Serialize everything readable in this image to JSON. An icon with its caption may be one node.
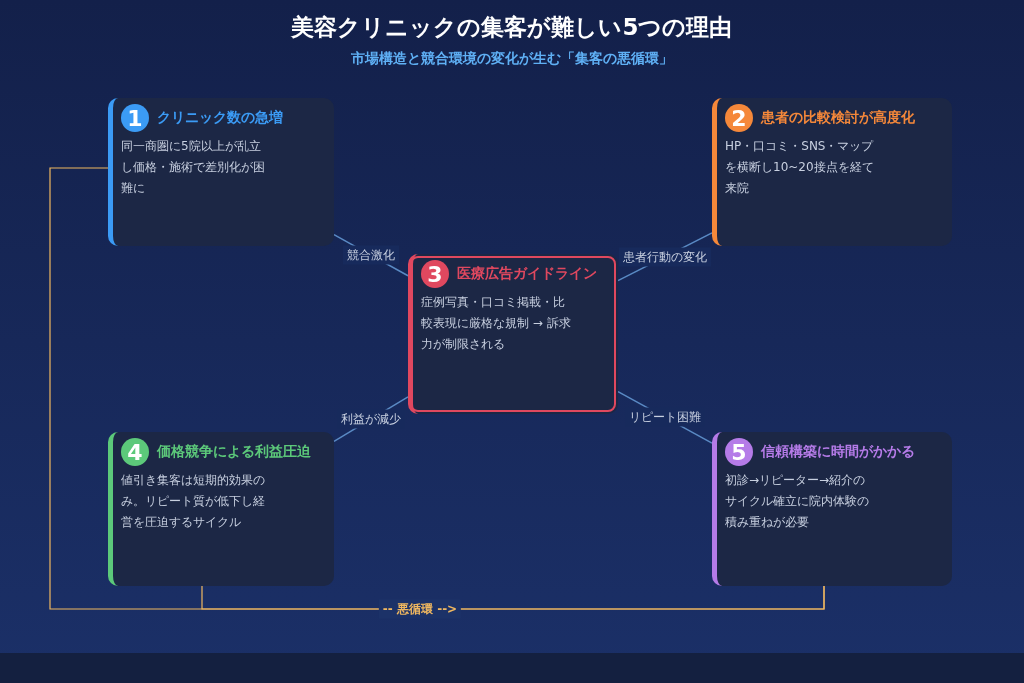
{
  "diagram": {
    "title": "美容クリニックの集客が難しい5つの理由",
    "caption": "市場構造と競合環境の変化が生む「集客の悪循環」",
    "nodes": [
      {
        "text": [
          "1",
          "クリニック数の急増",
          "同一商圏に5院以上が乱立し価格・施術で差別化が困難に"
        ]
      },
      {
        "text": [
          "2",
          "患者の比較検討が高度化",
          "HP・口コミ・SNS・マップを横断し10~20接点を経て来院"
        ]
      },
      {
        "text": [
          "3",
          "医療広告ガイドライン",
          "症例写真・口コミ掲載・比較表現に厳格な規制 → 訴求力が制限される"
        ]
      },
      {
        "text": [
          "4",
          "価格競争による利益圧迫",
          "値引き集客は短期的効果のみ。リピート質が低下し経営を圧迫するサイクル"
        ]
      },
      {
        "text": [
          "5",
          "信頼構築に時間がかかる",
          "初診→リピーター→紹介のサイクル確立に院内体験の積み重ねが必要"
        ]
      }
    ],
    "edges": [
      {
        "from": 0,
        "to": 2,
        "arrow": "none",
        "label": "競合激化"
      },
      {
        "from": 1,
        "to": 2,
        "arrow": "none",
        "label": "患者行動の変化"
      },
      {
        "from": 3,
        "to": 2,
        "arrow": "none",
        "label": "利益が減少"
      },
      {
        "from": 2,
        "to": 4,
        "arrow": "none",
        "label": "リピート困難"
      },
      {
        "from": 0,
        "to": 4,
        "arrow": "none",
        "label": "-- 悪循環 -->",
        "color": "#f0b860"
      },
      {
        "from": 3,
        "to": 4,
        "arrow": "none",
        "color": "#f0b860"
      }
    ]
  }
}
